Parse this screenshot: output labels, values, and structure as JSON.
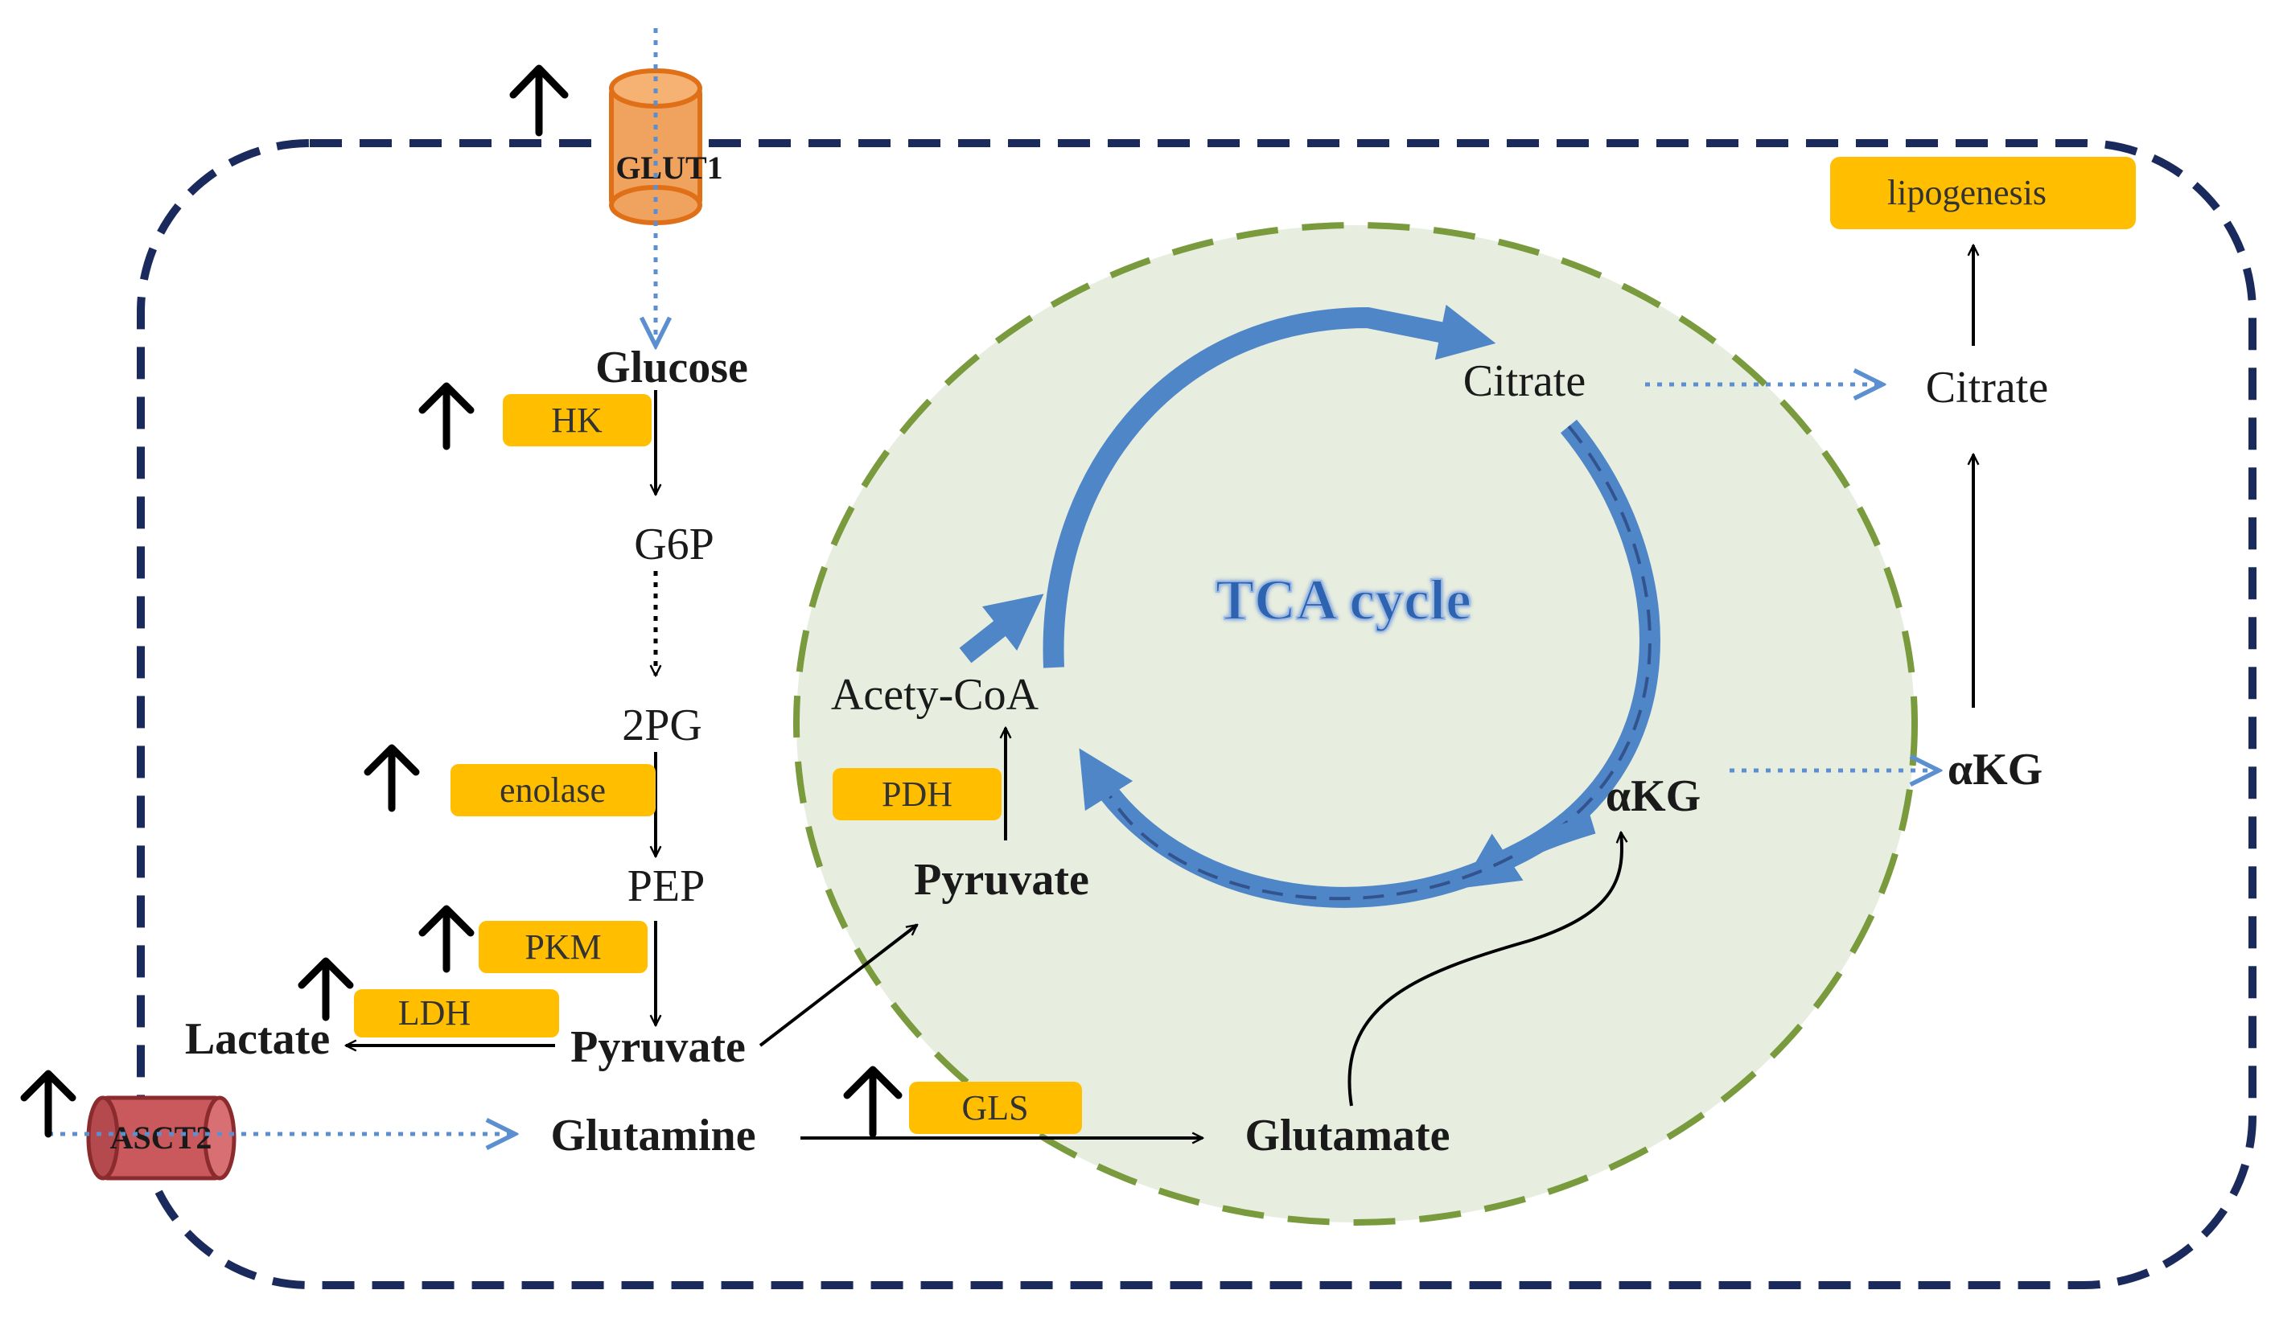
{
  "colors": {
    "membrane": "#1b2a5c",
    "mito_fill": "#e8eedf",
    "mito_border": "#7a9a3e",
    "enzyme_box": "#ffbf00",
    "tca_arrow": "#4e86c8",
    "dotted_arrow": "#5b8fd0",
    "glut1": "#f0a35e",
    "glut1_edge": "#e07018",
    "asct2": "#c9595c",
    "asct2_edge": "#8c2b2e",
    "tca_text": "#2e64b0"
  },
  "transporters": {
    "glut1": "GLUT1",
    "asct2": "ASCT2"
  },
  "metabolites": {
    "glucose": "Glucose",
    "g6p": "G6P",
    "two_pg": "2PG",
    "pep": "PEP",
    "pyruvate_cyto": "Pyruvate",
    "lactate": "Lactate",
    "glutamine": "Glutamine",
    "glutamate": "Glutamate",
    "acetyl_coa": "Acety-CoA",
    "pyruvate_mito": "Pyruvate",
    "citrate_mito": "Citrate",
    "citrate_cyto": "Citrate",
    "akg_mito": "αKG",
    "akg_cyto": "αKG"
  },
  "enzymes": {
    "hk": "HK",
    "enolase": "enolase",
    "pkm": "PKM",
    "ldh": "LDH",
    "pdh": "PDH",
    "gls": "GLS"
  },
  "outputs": {
    "lipogenesis": "lipogenesis"
  },
  "cycle": {
    "label": "TCA cycle"
  },
  "upregulated_marker": "↑"
}
